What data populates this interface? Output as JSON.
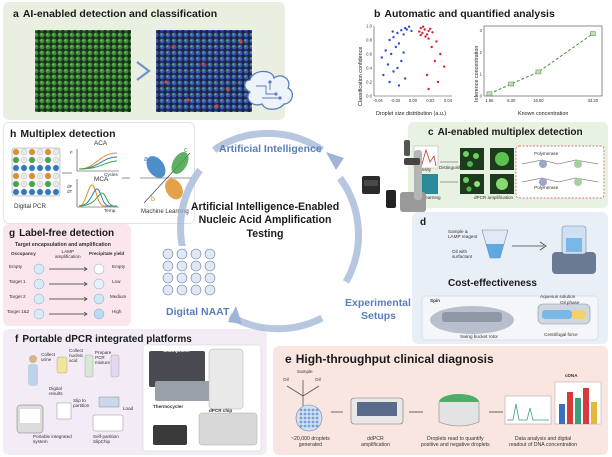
{
  "center": {
    "title_lines": [
      "Artificial Intelligence-Enabled",
      "Nucleic Acid Amplification",
      "Testing"
    ],
    "artificial_intelligence": "Artificial Intelligence",
    "digital_naat": "Digital NAAT",
    "experimental_setups_line1": "Experimental",
    "experimental_setups_line2": "Setups"
  },
  "panel_a": {
    "letter": "a",
    "title": "AI-enabled detection and classification"
  },
  "panel_b": {
    "letter": "b",
    "title": "Automatic and quantified analysis",
    "scatter": {
      "ylabel": "Classification confidence",
      "xlabel": "Droplet size distribution (a.u.)",
      "xticks": [
        "-0.04",
        "-0.02",
        "0.00",
        "0.02",
        "0.04"
      ],
      "yticks": [
        "1.0",
        "0.8",
        "0.6",
        "0.4",
        "0.2",
        "0.0"
      ]
    },
    "line": {
      "ylabel": "Inference concentration",
      "xlabel": "Known concentration",
      "xticks": [
        "1.66",
        "8.30",
        "16.60",
        "33.20"
      ],
      "yticks": [
        "3",
        "2",
        "1",
        "0"
      ]
    }
  },
  "chart_data": [
    {
      "type": "scatter",
      "title": "",
      "xlabel": "Droplet size distribution (a.u.)",
      "ylabel": "Classification confidence",
      "xlim": [
        -0.05,
        0.05
      ],
      "ylim": [
        0,
        1.0
      ],
      "series": [
        {
          "color": "#d8232a",
          "points": [
            [
              0.01,
              0.97
            ],
            [
              0.015,
              0.95
            ],
            [
              0.02,
              0.93
            ],
            [
              0.012,
              0.9
            ],
            [
              0.018,
              0.88
            ],
            [
              0.022,
              0.96
            ],
            [
              0.008,
              0.92
            ],
            [
              0.025,
              0.91
            ],
            [
              0.016,
              0.85
            ],
            [
              0.02,
              0.82
            ],
            [
              0.01,
              0.87
            ],
            [
              0.03,
              0.78
            ],
            [
              0.024,
              0.7
            ],
            [
              0.035,
              0.6
            ],
            [
              0.028,
              0.5
            ],
            [
              0.04,
              0.42
            ],
            [
              0.018,
              0.3
            ],
            [
              0.032,
              0.2
            ],
            [
              0.02,
              0.1
            ],
            [
              0.013,
              0.99
            ]
          ]
        },
        {
          "color": "#2b4fd6",
          "points": [
            [
              -0.01,
              0.97
            ],
            [
              -0.015,
              0.94
            ],
            [
              -0.02,
              0.9
            ],
            [
              -0.012,
              0.88
            ],
            [
              -0.025,
              0.84
            ],
            [
              -0.008,
              0.95
            ],
            [
              -0.03,
              0.8
            ],
            [
              -0.018,
              0.75
            ],
            [
              -0.022,
              0.7
            ],
            [
              -0.035,
              0.65
            ],
            [
              -0.028,
              0.6
            ],
            [
              -0.04,
              0.55
            ],
            [
              -0.015,
              0.5
            ],
            [
              -0.032,
              0.45
            ],
            [
              -0.02,
              0.4
            ],
            [
              -0.025,
              0.35
            ],
            [
              -0.038,
              0.3
            ],
            [
              -0.01,
              0.25
            ],
            [
              -0.03,
              0.2
            ],
            [
              -0.018,
              0.15
            ],
            [
              -0.005,
              0.99
            ],
            [
              -0.002,
              0.93
            ],
            [
              -0.026,
              0.92
            ],
            [
              -0.012,
              0.62
            ]
          ]
        }
      ]
    },
    {
      "type": "line",
      "title": "",
      "xlabel": "Known concentration",
      "ylabel": "Inference concentration",
      "categories": [
        "1.66",
        "8.30",
        "16.60",
        "33.20"
      ],
      "xlim": [
        0,
        36
      ],
      "ylim": [
        0,
        3.2
      ],
      "series": [
        {
          "color": "#4a8a3c",
          "values": [
            0.1,
            0.55,
            1.1,
            2.85
          ]
        }
      ]
    }
  ],
  "panel_c": {
    "letter": "c",
    "title": "AI-enabled multiplex detection",
    "labels": {
      "intensity": "Intensity",
      "distinguish": "Distinguish",
      "deep_learning": "Deep learning",
      "dpcr_amplification": "dPCR amplification",
      "polymerase_1": "Polymerase",
      "polymerase_2": "Polymerase"
    }
  },
  "panel_d": {
    "letter": "d",
    "title": "Cost-effectiveness",
    "labels": {
      "sample_lamp": "Sample &\nLAMP reagent",
      "oil": "Oil with\nsurfactant",
      "spin": "Spin",
      "aqueous": "Aqueous solution",
      "oil_phase": "Oil phase",
      "swing": "Swing bucket rotor",
      "centrifugal": "Centrifugal force"
    }
  },
  "panel_e": {
    "letter": "e",
    "title": "High-throughput clinical diagnosis",
    "labels": {
      "oil_1": "Oil",
      "oil_2": "Oil",
      "sample": "Sample",
      "cdna": "cDNA"
    },
    "steps": [
      "~20,000 droplets\ngenerated",
      "ddPCR\namplification",
      "Droplets read to quantify\npositive and negative droplets",
      "Data analysis and digital\nreadout of DNA concentration"
    ]
  },
  "panel_f": {
    "letter": "f",
    "title": "Portable dPCR integrated platforms",
    "labels": {
      "collect_urine": "Collect\nurine",
      "collect_nucleic": "Collect\nnucleic\nacid",
      "prepare_pcr": "Prepare\nPCR\nmixture",
      "digital_results": "Digital\nresults",
      "slip_to_partition": "Slip to\npartition",
      "load": "Load",
      "portable_system": "Portable integrated\nsystem",
      "self_partition": "Self-partition\nSlipChip",
      "smartphone": "Smartphone",
      "thermocycler": "Thermocycler",
      "dpcr_chip": "dPCR chip"
    }
  },
  "panel_g": {
    "letter": "g",
    "title": "Label-free detection",
    "subtitle": "Target encapsulation and amplification",
    "headers": {
      "occupancy": "Occupancy",
      "lamp": "LAMP\namplification",
      "yield": "Precipitate yield"
    },
    "rows": [
      {
        "occupancy": "Empty",
        "yield": "Empty"
      },
      {
        "occupancy": "Target 1",
        "yield": "Low"
      },
      {
        "occupancy": "Target 2",
        "yield": "Medium"
      },
      {
        "occupancy": "Target 1&2",
        "yield": "High"
      }
    ]
  },
  "panel_h": {
    "letter": "h",
    "title": "Multiplex detection",
    "labels": {
      "digital_pcr": "Digital PCR",
      "aca": "ACA",
      "mca": "MCA",
      "cycles": "Cycles",
      "temp": "Temp.",
      "f": "F",
      "dfdt": "dF\ndT",
      "machine_learning": "Machine Learning",
      "a": "a",
      "b": "b",
      "c": "c"
    }
  },
  "colors": {
    "hub_text": "#5a7eb9",
    "panel_a_bg": "#e9f0e2",
    "panel_b_bg": "#ffffff",
    "panel_c_bg": "#e8f2e2",
    "panel_d_bg": "#e9eff7",
    "panel_e_bg": "#f9e6e1",
    "panel_f_bg": "#f3ecf6",
    "panel_g_bg": "#fbe6ee",
    "panel_h_bg": "#ffffff",
    "ring": "#9fb4d6"
  }
}
